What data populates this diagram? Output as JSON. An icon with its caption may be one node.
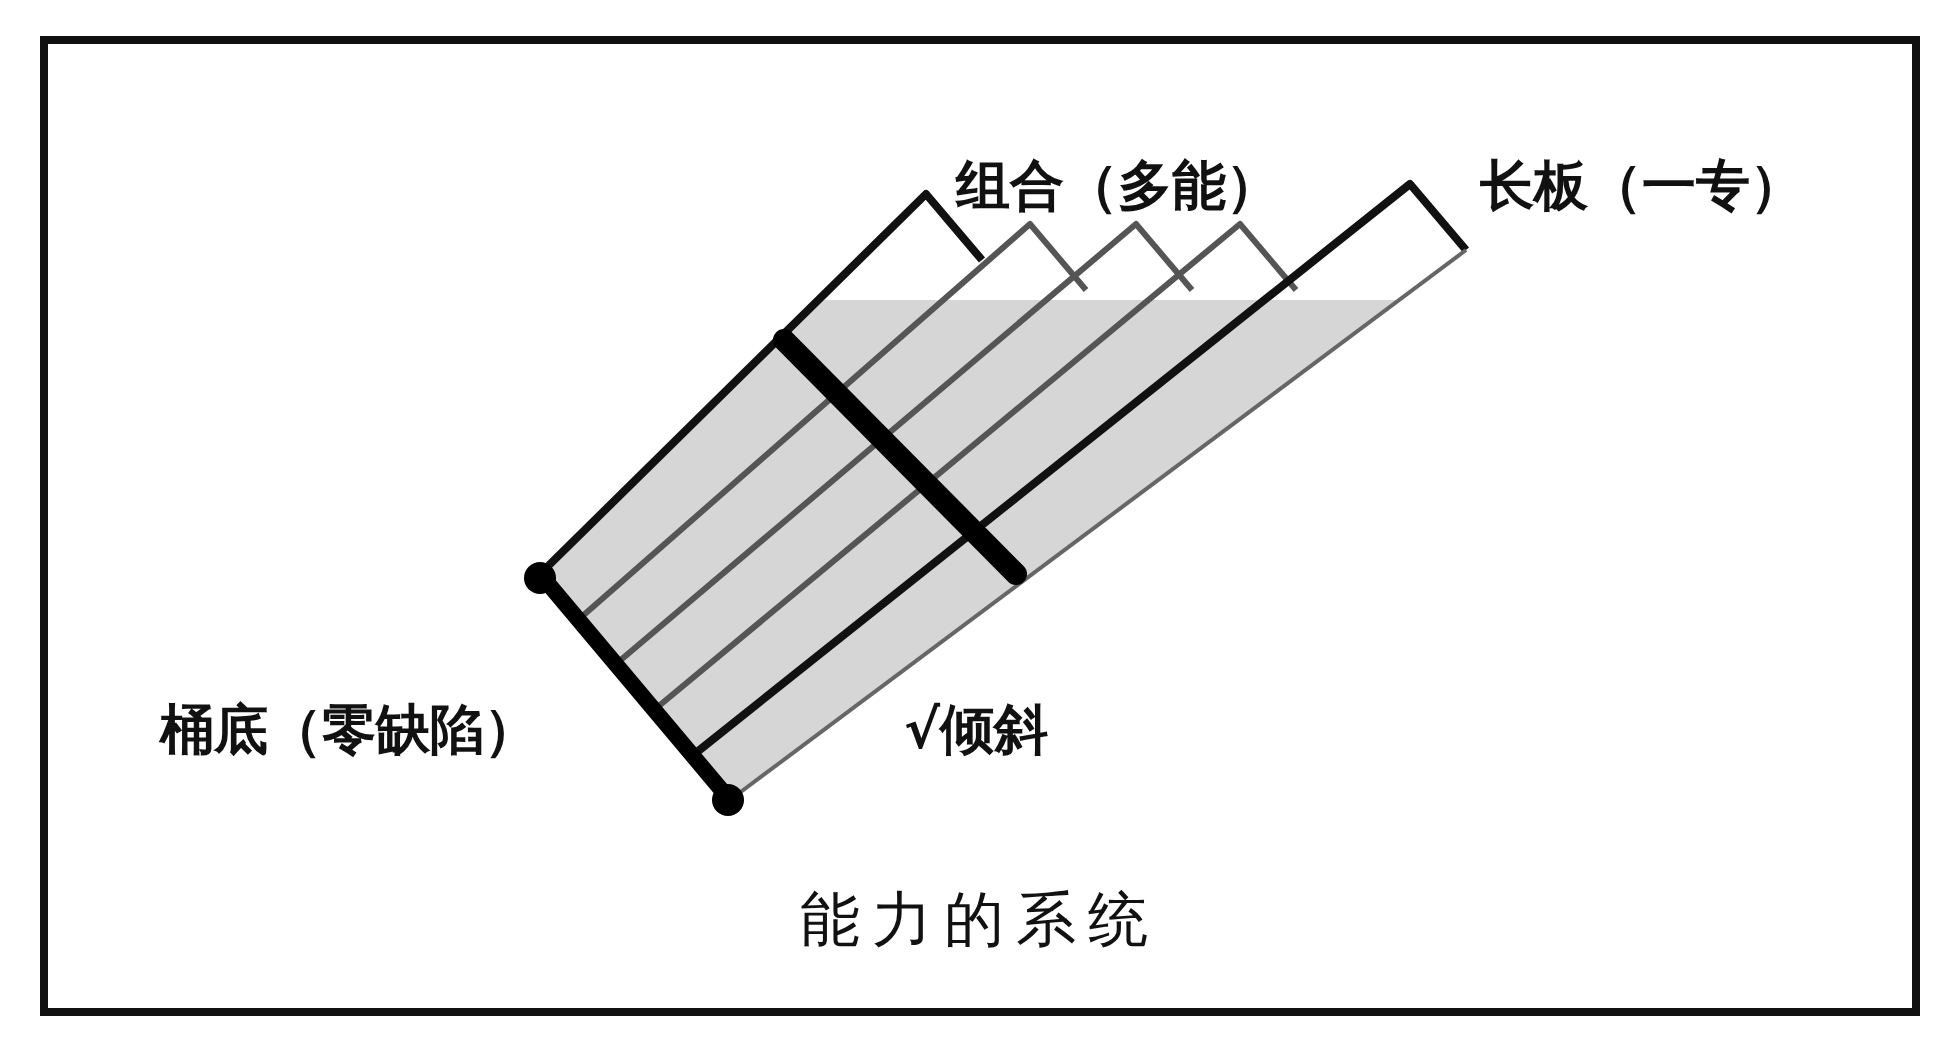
{
  "diagram": {
    "caption": "能力的系统",
    "labels": [
      "组合（多能）",
      "长板（一专）",
      "桶底（零缺陷）",
      "√倾斜"
    ]
  }
}
